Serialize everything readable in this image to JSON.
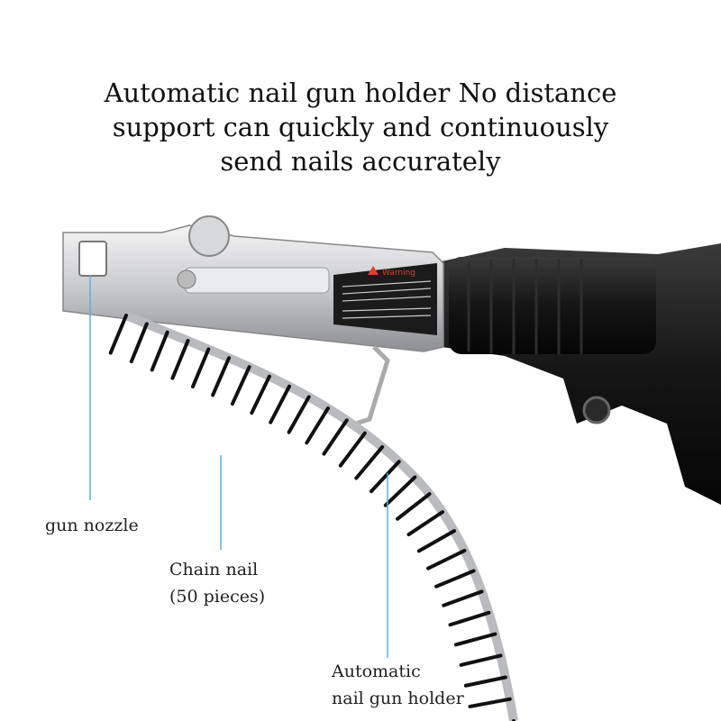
{
  "headline": {
    "line1": "Automatic nail gun holder No distance",
    "line2": "support can quickly and continuously",
    "line3": "send nails accurately"
  },
  "callouts": {
    "nozzle": "gun nozzle",
    "chain_line1": "Chain nail",
    "chain_line2": "(50 pieces)",
    "holder_line1": "Automatic",
    "holder_line2": "nail gun holder"
  },
  "product": {
    "warning_label": "Warning"
  },
  "colors": {
    "callout_line": "#5aaee8",
    "metal": "#d9dadc",
    "body": "#1a1a1a"
  }
}
